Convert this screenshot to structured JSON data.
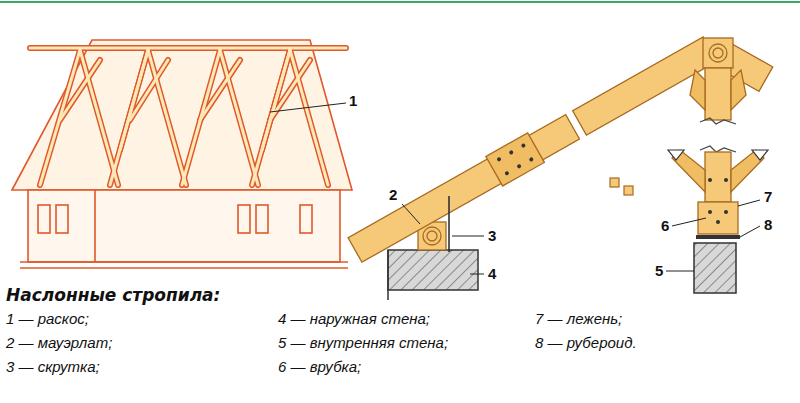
{
  "diagram": {
    "title": "Наслонные стропила:",
    "labels": [
      "1",
      "2",
      "3",
      "4",
      "5",
      "6",
      "7",
      "8",
      "1 — раскос;",
      "2 — мауэрлат;",
      "3 — скрутка;",
      "4 — наружная стена;",
      "5 — внутренняя стена;",
      "6 — врубка;",
      "7 — лежень;",
      "8 — рубероид."
    ]
  }
}
